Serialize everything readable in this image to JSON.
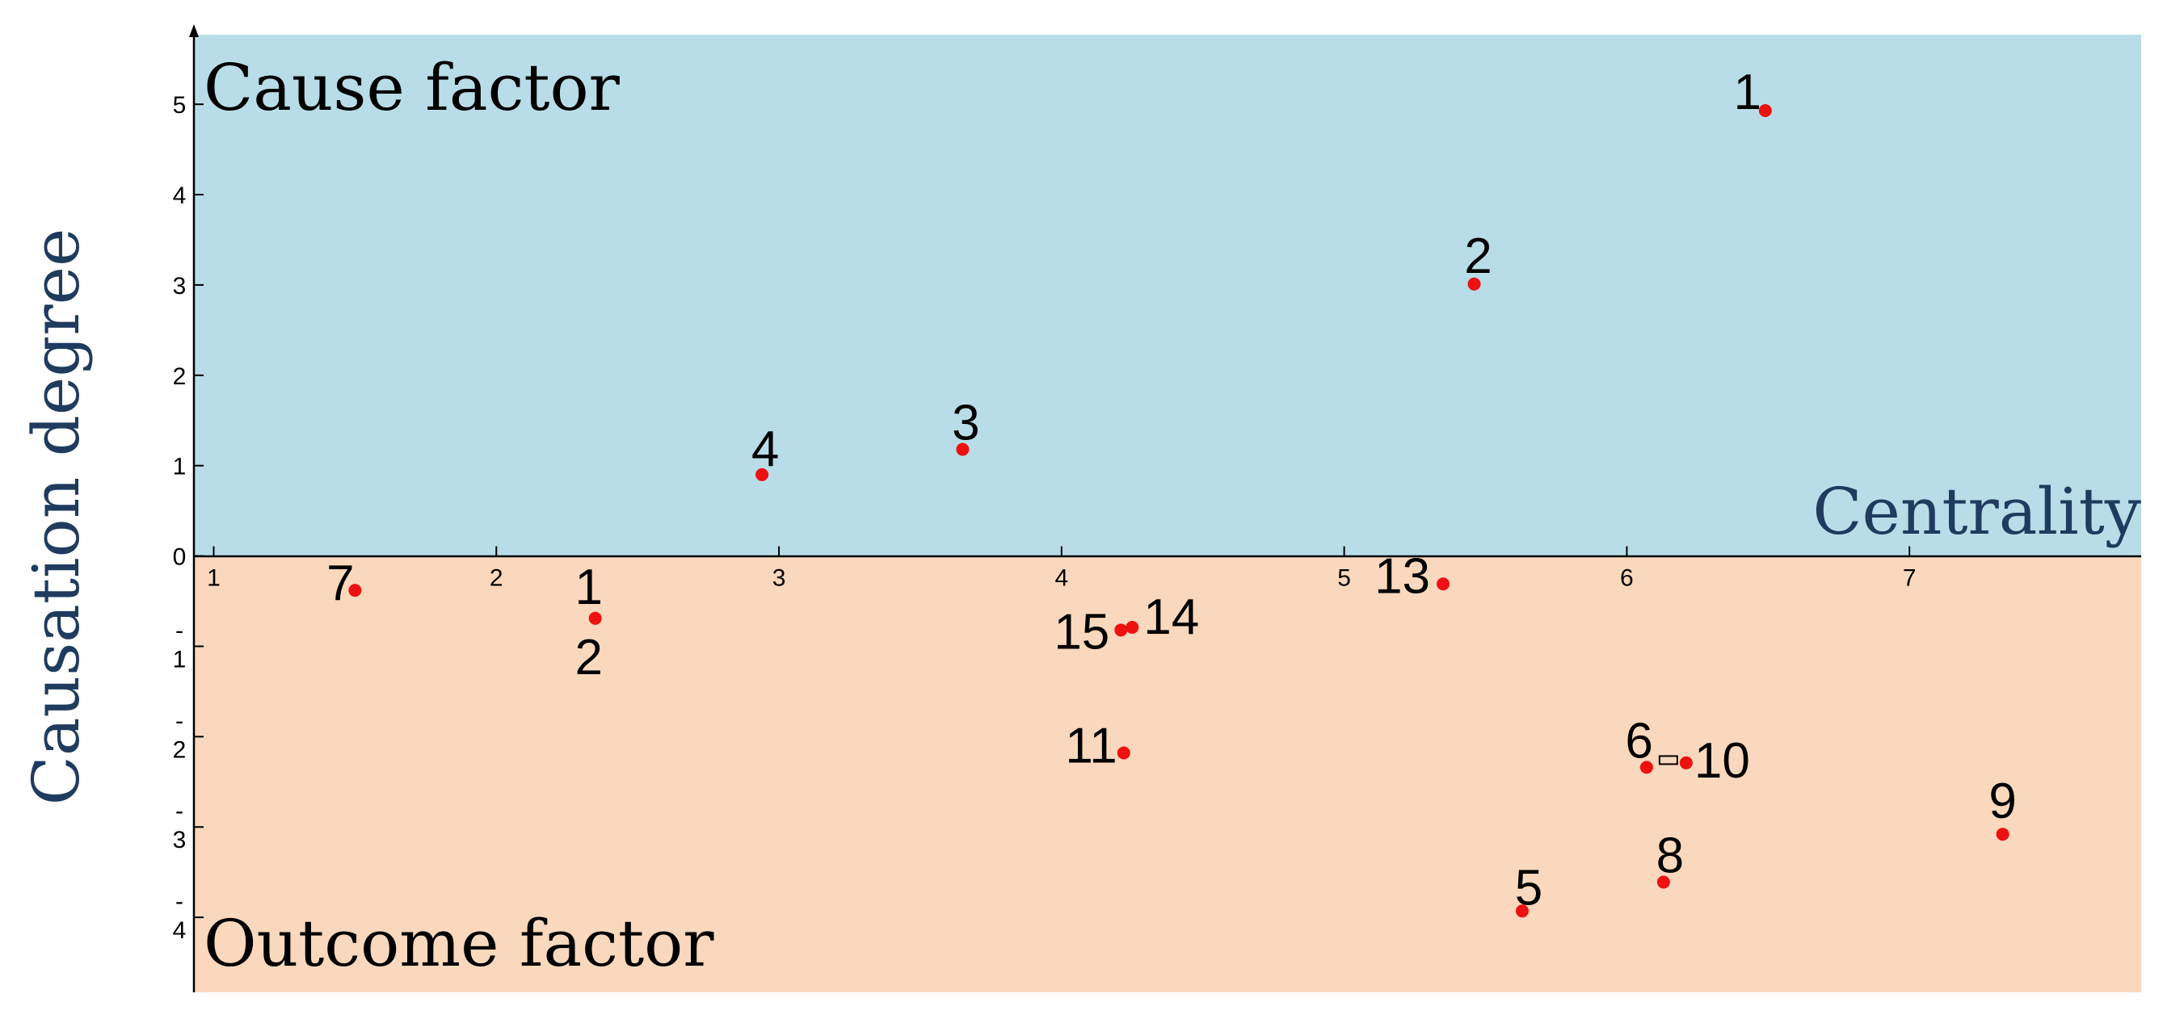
{
  "chart_data": {
    "type": "scatter",
    "xlabel": "Centrality",
    "ylabel": "Causation degree",
    "xlim": [
      0.93,
      7.82
    ],
    "ylim": [
      -4.83,
      5.77
    ],
    "x_ticks": [
      {
        "value": 1,
        "label": "1"
      },
      {
        "value": 2,
        "label": "2"
      },
      {
        "value": 3,
        "label": "3"
      },
      {
        "value": 4,
        "label": "4"
      },
      {
        "value": 5,
        "label": "5"
      },
      {
        "value": 6,
        "label": "6"
      },
      {
        "value": 7,
        "label": "7"
      }
    ],
    "y_ticks": [
      {
        "value": 5,
        "label": "5"
      },
      {
        "value": 4,
        "label": "4"
      },
      {
        "value": 3,
        "label": "3"
      },
      {
        "value": 2,
        "label": "2"
      },
      {
        "value": 1,
        "label": "1"
      },
      {
        "value": 0,
        "label": "0"
      },
      {
        "value": -1,
        "label": "-1"
      },
      {
        "value": -2,
        "label": "-2"
      },
      {
        "value": -3,
        "label": "-3"
      },
      {
        "value": -4,
        "label": "-4"
      }
    ],
    "regions": {
      "upper": {
        "label": "Cause factor",
        "color": "#b8dde8"
      },
      "lower": {
        "label": "Outcome factor",
        "color": "#f9d8bd"
      }
    },
    "axis_title_color": "#1f3b5e",
    "point_color": "#ee1111",
    "points": [
      {
        "label": "1",
        "x": 6.49,
        "y": 4.93
      },
      {
        "label": "2",
        "x": 5.46,
        "y": 3.01
      },
      {
        "label": "3",
        "x": 3.65,
        "y": 1.18
      },
      {
        "label": "4",
        "x": 2.94,
        "y": 0.9
      },
      {
        "label": "7",
        "x": 1.5,
        "y": -0.38
      },
      {
        "label": "12",
        "x": 2.35,
        "y": -0.69
      },
      {
        "label": "13",
        "x": 5.35,
        "y": -0.31
      },
      {
        "label": "15",
        "x": 4.21,
        "y": -0.82
      },
      {
        "label": "14",
        "x": 4.25,
        "y": -0.79
      },
      {
        "label": "11",
        "x": 4.22,
        "y": -2.18
      },
      {
        "label": "6",
        "x": 6.07,
        "y": -2.34
      },
      {
        "label": "10",
        "x": 6.21,
        "y": -2.29
      },
      {
        "label": "9",
        "x": 7.33,
        "y": -3.08
      },
      {
        "label": "8",
        "x": 6.13,
        "y": -3.61
      },
      {
        "label": "5",
        "x": 5.63,
        "y": -3.93
      }
    ]
  }
}
